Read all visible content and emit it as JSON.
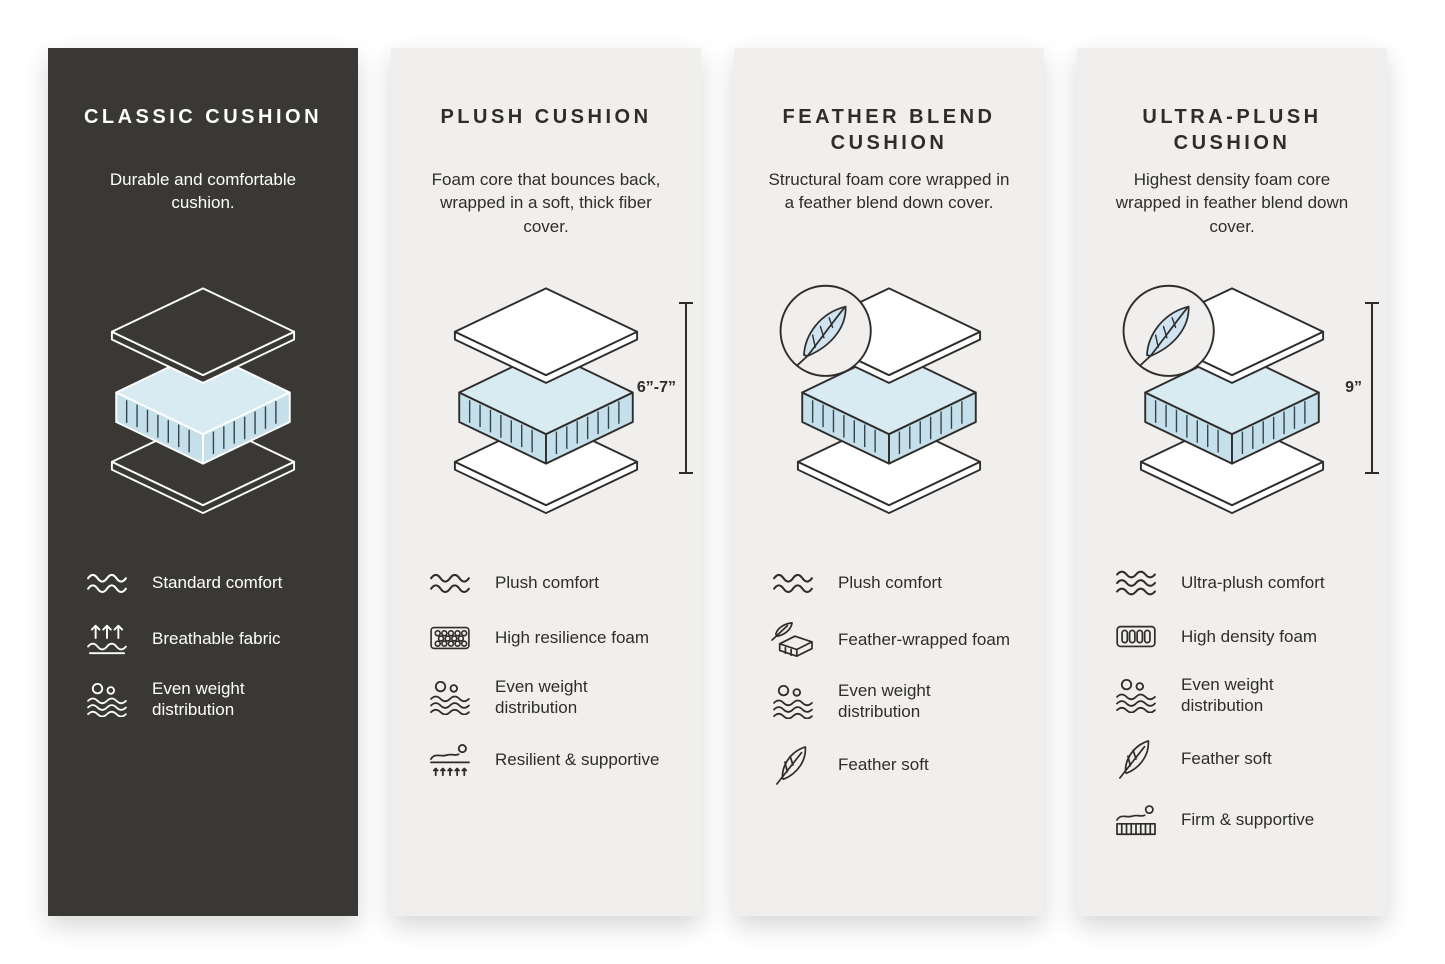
{
  "colors": {
    "page_background": "#ffffff",
    "card_dark_background": "#3a3835",
    "card_light_background": "#f0efed",
    "text_dark": "#2e2d2b",
    "text_light": "#ffffff",
    "foam_top": "#d8eaf2",
    "foam_side": "#c5e0ea",
    "feather_fill": "#cfe4f0"
  },
  "cards": [
    {
      "id": "classic-cushion",
      "theme": "dark",
      "title": "CLASSIC CUSHION",
      "description": "Durable and comfortable cushion.",
      "illustration": {
        "feather_badge": false,
        "dimension_label": ""
      },
      "features": [
        {
          "icon": "comfort-waves-icon",
          "label": "Standard comfort"
        },
        {
          "icon": "breathable-fabric-icon",
          "label": "Breathable fabric"
        },
        {
          "icon": "even-weight-icon",
          "label": "Even weight distribution"
        }
      ]
    },
    {
      "id": "plush-cushion",
      "theme": "light",
      "title": "PLUSH CUSHION",
      "description": "Foam core that bounces back, wrapped in a soft, thick fiber cover.",
      "illustration": {
        "feather_badge": false,
        "dimension_label": "6”-7”"
      },
      "features": [
        {
          "icon": "comfort-waves-icon",
          "label": "Plush comfort"
        },
        {
          "icon": "resilience-foam-icon",
          "label": "High resilience foam"
        },
        {
          "icon": "even-weight-icon",
          "label": "Even weight distribution"
        },
        {
          "icon": "resilient-supportive-icon",
          "label": "Resilient & supportive"
        }
      ]
    },
    {
      "id": "feather-blend-cushion",
      "theme": "light",
      "title": "FEATHER BLEND CUSHION",
      "description": "Structural foam core wrapped in a feather blend down cover.",
      "illustration": {
        "feather_badge": true,
        "dimension_label": ""
      },
      "features": [
        {
          "icon": "comfort-waves-icon",
          "label": "Plush comfort"
        },
        {
          "icon": "feather-wrapped-foam-icon",
          "label": "Feather-wrapped foam"
        },
        {
          "icon": "even-weight-icon",
          "label": "Even weight distribution"
        },
        {
          "icon": "feather-icon",
          "label": "Feather soft"
        }
      ]
    },
    {
      "id": "ultra-plush-cushion",
      "theme": "light",
      "title": "ULTRA-PLUSH CUSHION",
      "description": "Highest density foam core wrapped in feather blend down cover.",
      "illustration": {
        "feather_badge": true,
        "dimension_label": "9”"
      },
      "features": [
        {
          "icon": "comfort-waves3-icon",
          "label": "Ultra-plush comfort"
        },
        {
          "icon": "density-foam-icon",
          "label": "High density foam"
        },
        {
          "icon": "even-weight-icon",
          "label": "Even weight distribution"
        },
        {
          "icon": "feather-icon",
          "label": "Feather soft"
        },
        {
          "icon": "firm-supportive-icon",
          "label": "Firm & supportive"
        }
      ]
    }
  ]
}
